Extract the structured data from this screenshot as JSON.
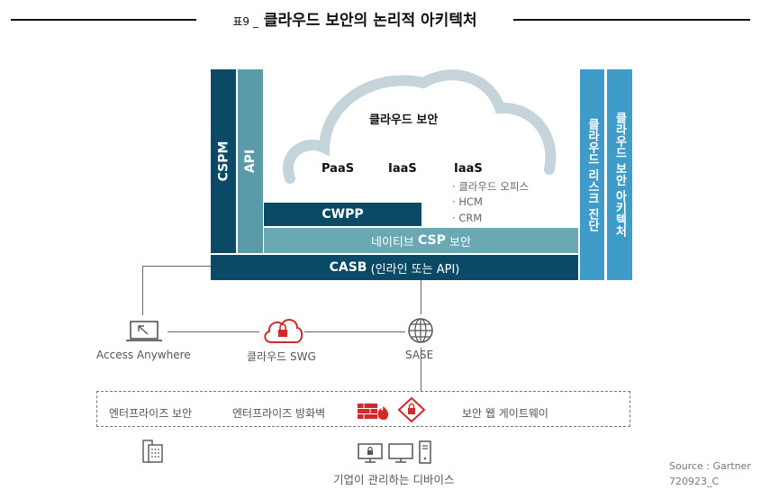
{
  "header": {
    "tag": "표9 _",
    "title": "클라우드 보안의 논리적 아키텍처"
  },
  "architecture": {
    "cspm": "CSPM",
    "api": "API",
    "cloud_label": "클라우드 보안",
    "paas": "PaaS",
    "iaas_1": "IaaS",
    "iaas_2": "IaaS",
    "saas_items": [
      "클라우드 오피스",
      "HCM",
      "CRM"
    ],
    "cwpp": "CWPP",
    "native_csp_prefix": "네이티브",
    "native_csp_bold": "CSP",
    "native_csp_suffix": "보안",
    "casb_bold": "CASB",
    "casb_rest": "(인라인 또는 API)",
    "right_bar_1": "클라우드 리스크 진단",
    "right_bar_2": "클라우드 보안 아키텍처"
  },
  "network": {
    "access_anywhere": "Access Anywhere",
    "cloud_swg": "클라우드 SWG",
    "sase": "SASE"
  },
  "enterprise": {
    "left": "엔터프라이즈 보안",
    "firewall": "엔터프라이즈 방화벽",
    "gateway": "보안 웹 게이트웨이"
  },
  "devices": {
    "label": "기업이 관리하는 디바이스"
  },
  "footer": {
    "source": "Source : Gartner",
    "code": "720923_C"
  },
  "colors": {
    "dark_teal": "#0b4a66",
    "mid_teal": "#5b9aa8",
    "light_teal": "#6aa8b4",
    "blue": "#3f9cc9",
    "red": "#d22a2a",
    "cloud": "#c5d3da"
  }
}
